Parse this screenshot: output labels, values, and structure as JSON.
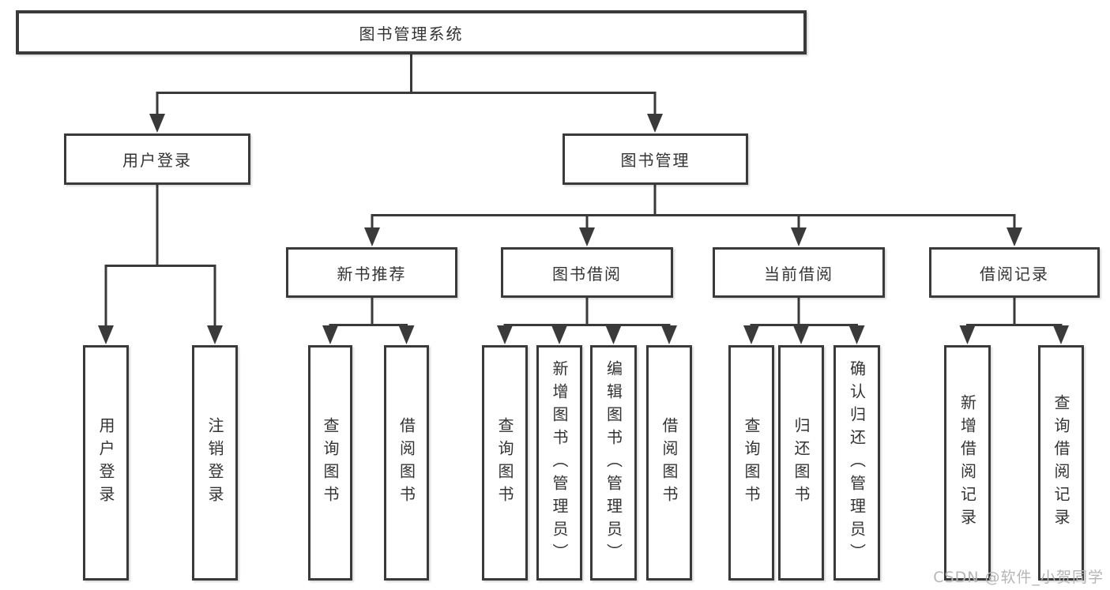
{
  "diagram": {
    "title": "图书管理系统",
    "root": {
      "label": "图书管理系统"
    },
    "branches": [
      {
        "label": "用户登录",
        "leaves": [
          "用户登录",
          "注销登录"
        ]
      },
      {
        "label": "图书管理",
        "groups": [
          {
            "label": "新书推荐",
            "leaves": [
              "查询图书",
              "借阅图书"
            ]
          },
          {
            "label": "图书借阅",
            "leaves": [
              "查询图书",
              "新增图书（管理员）",
              "编辑图书（管理员）",
              "借阅图书"
            ]
          },
          {
            "label": "当前借阅",
            "leaves": [
              "查询图书",
              "归还图书",
              "确认归还（管理员）"
            ]
          },
          {
            "label": "借阅记录",
            "leaves": [
              "新增借阅记录",
              "查询借阅记录"
            ]
          }
        ]
      }
    ]
  },
  "watermark": {
    "text": "CSDN @软件_小贺同学"
  },
  "colors": {
    "line": "#3a3a3a",
    "text": "#333333",
    "watermark": "#b5b5b5",
    "background": "#ffffff"
  }
}
